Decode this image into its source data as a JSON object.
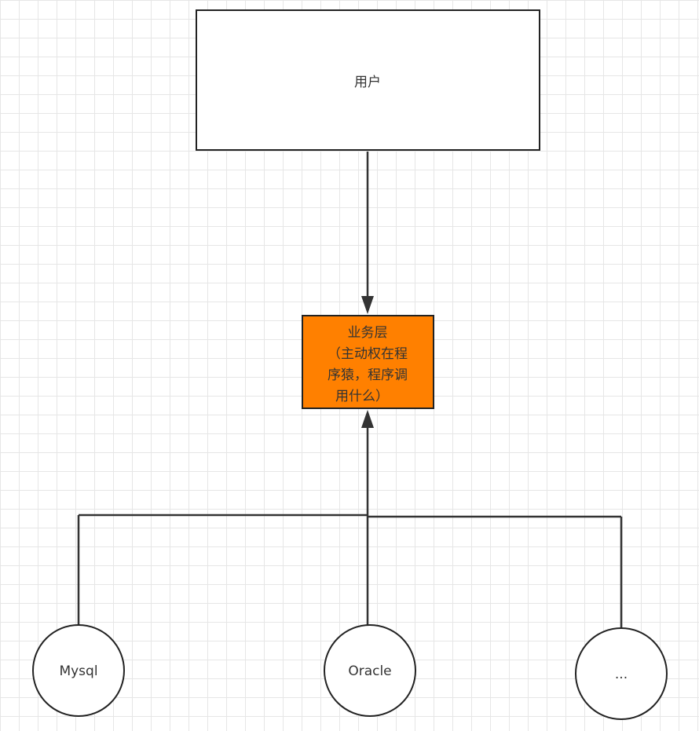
{
  "diagram": {
    "user_box": {
      "label": "用户"
    },
    "business_box": {
      "lines": [
        "业务层",
        "（主动权在程",
        "序猿，程序调",
        "用什么）"
      ],
      "fill": "#ff8000"
    },
    "databases": [
      {
        "label": "Mysql"
      },
      {
        "label": "Oracle"
      },
      {
        "label": "..."
      }
    ],
    "colors": {
      "stroke": "#222222",
      "box_fill": "#ffffff",
      "accent": "#ff8000"
    }
  }
}
